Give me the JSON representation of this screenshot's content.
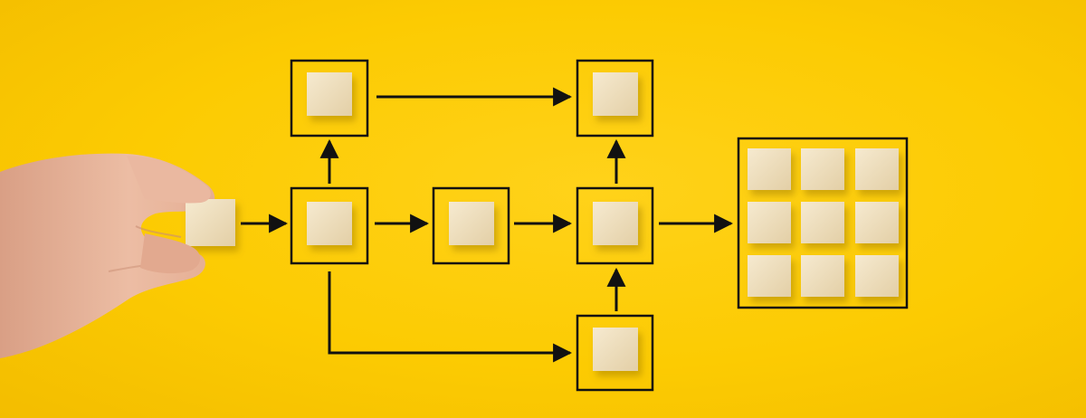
{
  "scene": {
    "subject": "wooden-block-process-flow",
    "colors": {
      "background": "#fccb02",
      "frame_stroke": "#111111",
      "arrow": "#111111",
      "block": "#efe0bf",
      "skin": "#e8b49a"
    },
    "nodes": [
      {
        "id": "start"
      },
      {
        "id": "branch"
      },
      {
        "id": "top-left"
      },
      {
        "id": "middle"
      },
      {
        "id": "merge"
      },
      {
        "id": "top-right"
      },
      {
        "id": "bottom"
      },
      {
        "id": "output-grid",
        "block_count": 9
      }
    ],
    "edges": [
      {
        "from": "start",
        "to": "branch"
      },
      {
        "from": "branch",
        "to": "top-left"
      },
      {
        "from": "branch",
        "to": "middle"
      },
      {
        "from": "branch",
        "to": "bottom"
      },
      {
        "from": "top-left",
        "to": "top-right"
      },
      {
        "from": "middle",
        "to": "merge"
      },
      {
        "from": "merge",
        "to": "top-right"
      },
      {
        "from": "bottom",
        "to": "merge"
      },
      {
        "from": "merge",
        "to": "output-grid"
      }
    ]
  }
}
